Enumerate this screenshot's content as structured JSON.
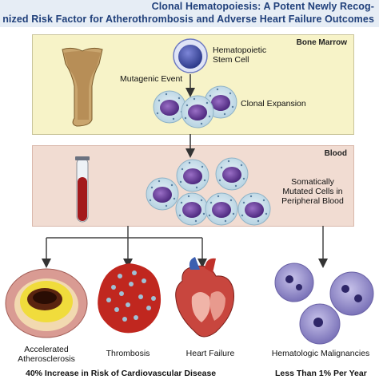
{
  "title": {
    "line1": "Clonal Hematopoiesis: A Potent Newly Recog-",
    "line2": "nized Risk Factor for Atherothrombosis and Adverse Heart Failure Outcomes"
  },
  "bone_marrow": {
    "label": "Bone Marrow",
    "stem_cell_label_1": "Hematopoietic",
    "stem_cell_label_2": "Stem Cell",
    "mutagenic_event": "Mutagenic Event",
    "clonal_expansion": "Clonal Expansion"
  },
  "blood": {
    "label": "Blood",
    "mutated_cells_1": "Somatically",
    "mutated_cells_2": "Mutated Cells in",
    "mutated_cells_3": "Peripheral Blood"
  },
  "outcomes": {
    "atherosclerosis_1": "Accelerated",
    "atherosclerosis_2": "Atherosclerosis",
    "thrombosis": "Thrombosis",
    "heart_failure": "Heart Failure",
    "malignancies": "Hematologic Malignancies"
  },
  "summaries": {
    "cardiovascular": "40% Increase in Risk of Cardiovascular Disease",
    "malignancy": "Less Than 1% Per Year"
  },
  "colors": {
    "title_text": "#1f3f7a",
    "bone_marrow_panel": "#f7f3c8",
    "blood_panel": "#f1dcd2",
    "cell_nucleus": "#6b3f9a",
    "cell_cytoplasm": "#cfe2ec"
  }
}
